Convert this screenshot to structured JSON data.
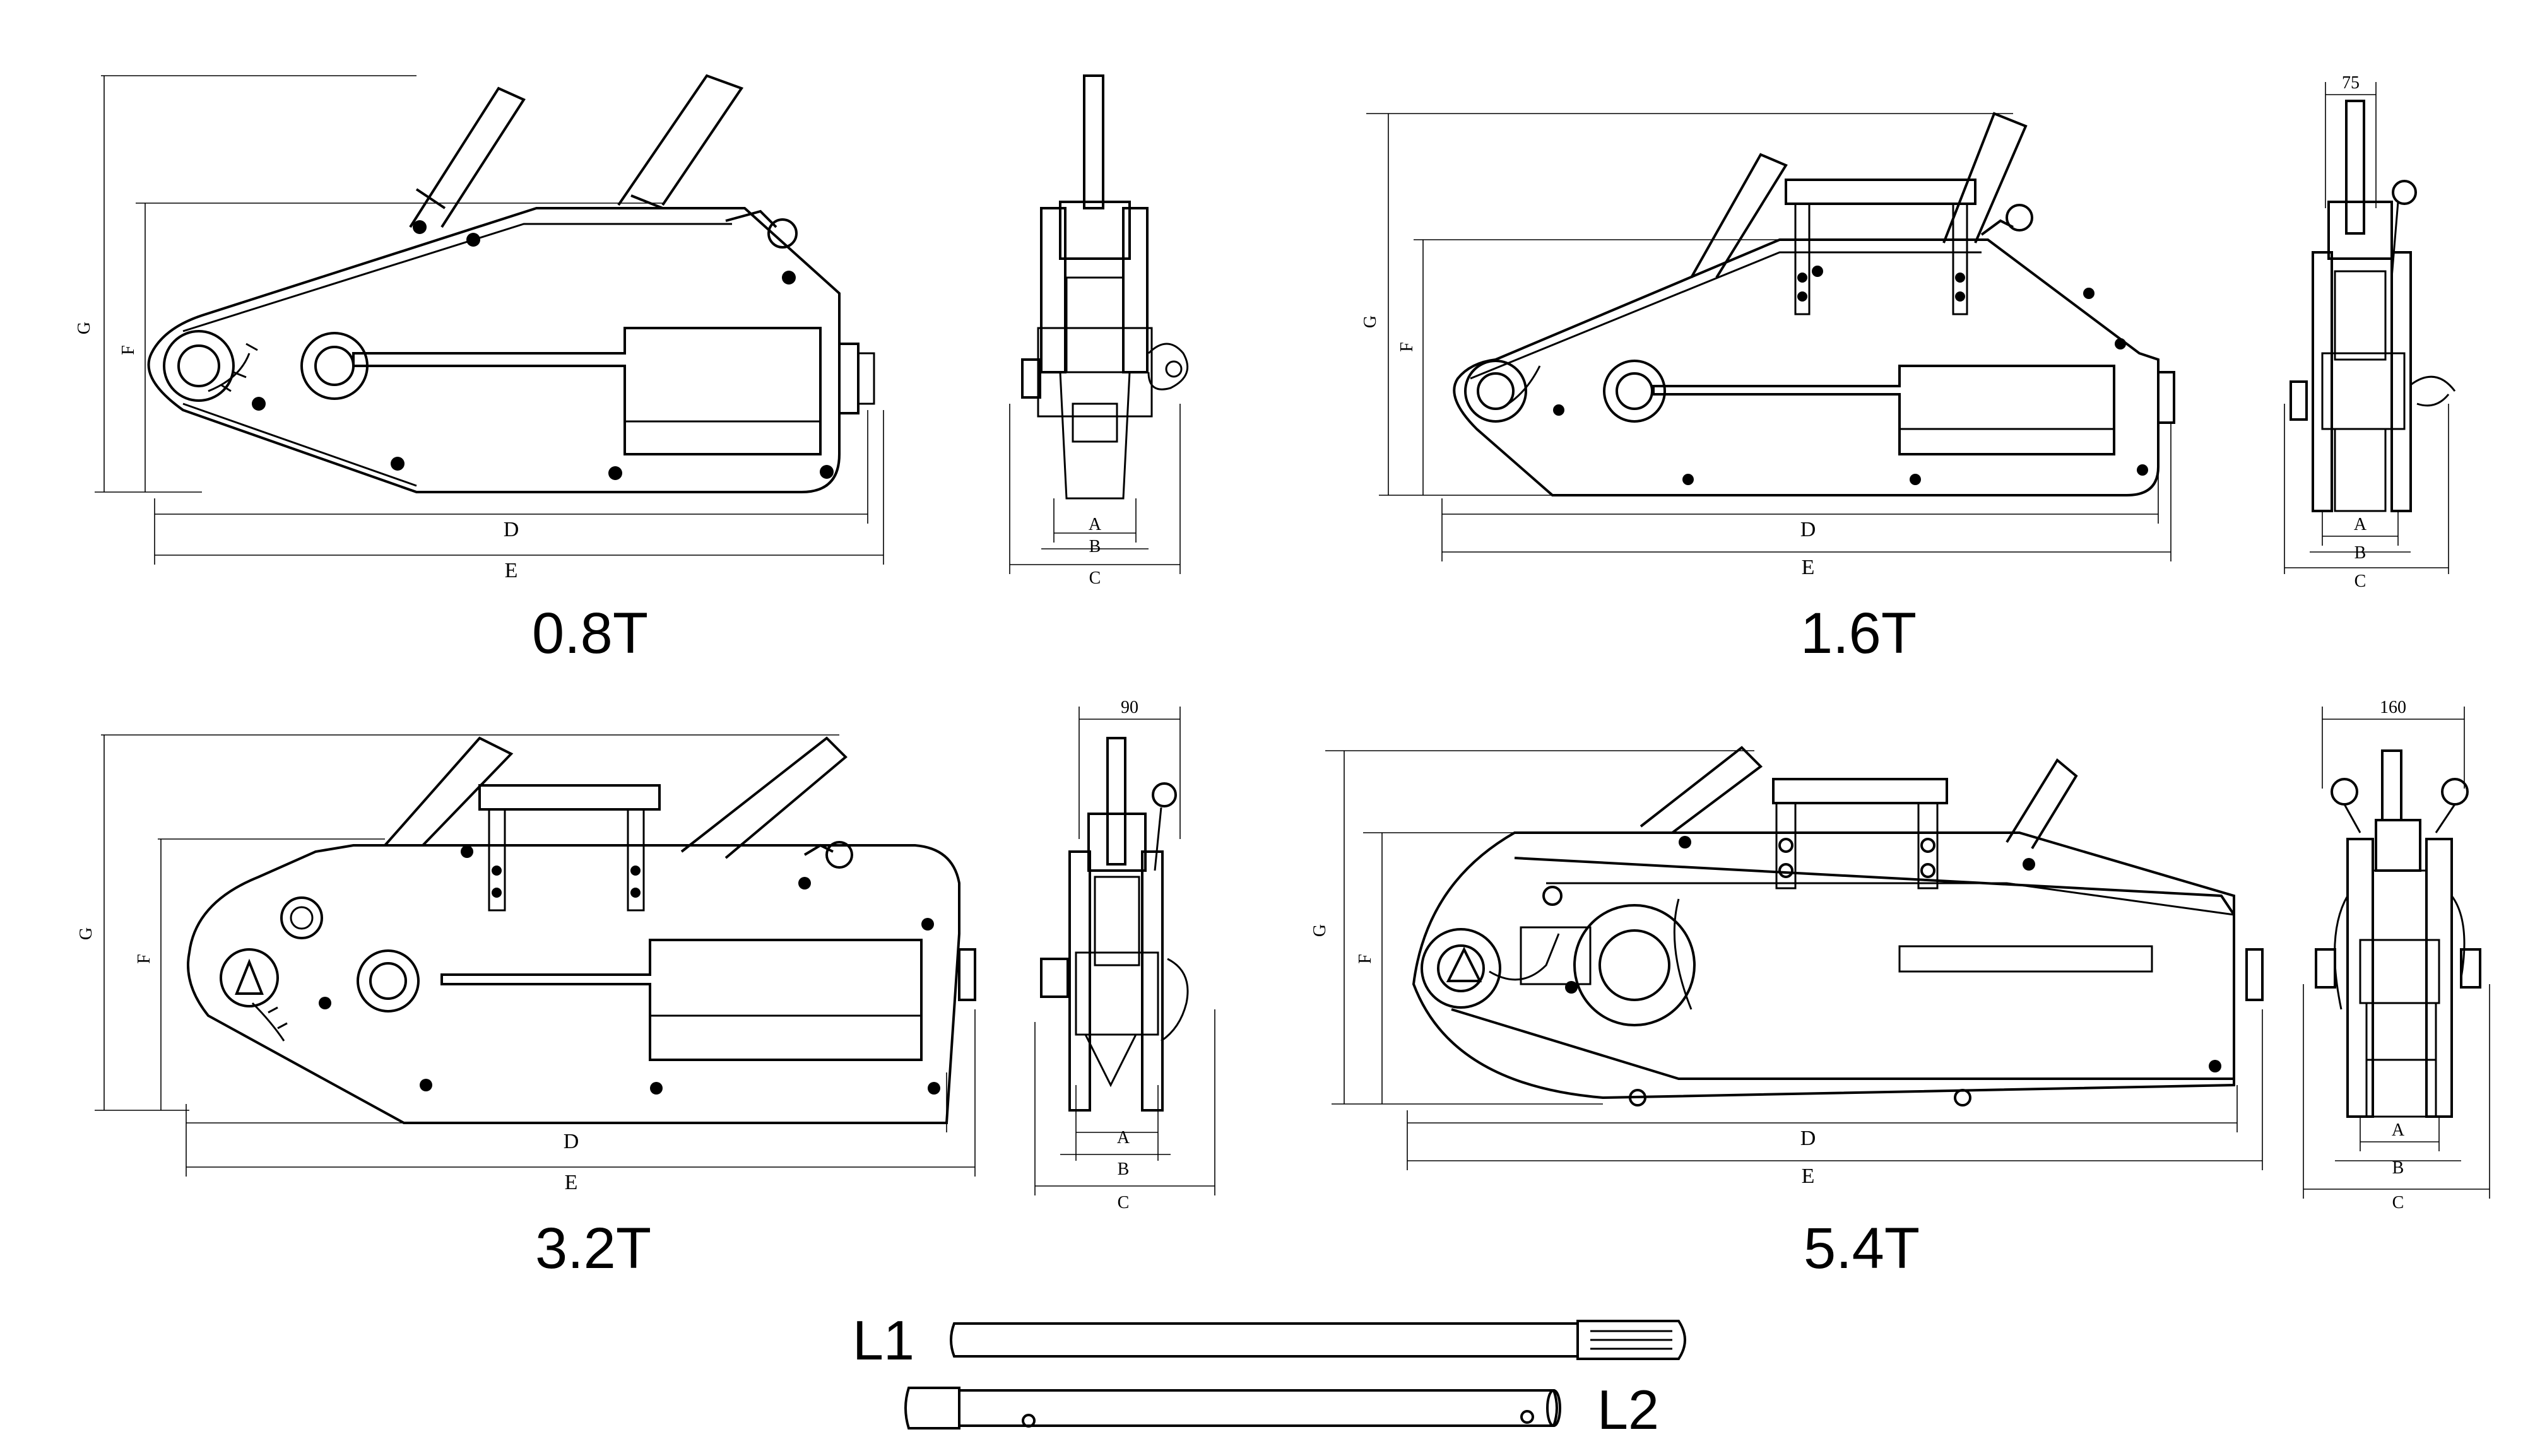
{
  "winches": [
    {
      "capacity": "0.8T",
      "dims": {
        "a": "A",
        "b": "B",
        "c": "C",
        "d": "D",
        "e": "E",
        "f": "F",
        "g": "G"
      },
      "width_label": ""
    },
    {
      "capacity": "1.6T",
      "dims": {
        "a": "A",
        "b": "B",
        "c": "C",
        "d": "D",
        "e": "E",
        "f": "F",
        "g": "G"
      },
      "width_label": "75"
    },
    {
      "capacity": "3.2T",
      "dims": {
        "a": "A",
        "b": "B",
        "c": "C",
        "d": "D",
        "e": "E",
        "f": "F",
        "g": "G"
      },
      "width_label": "90"
    },
    {
      "capacity": "5.4T",
      "dims": {
        "a": "A",
        "b": "B",
        "c": "C",
        "d": "D",
        "e": "E",
        "f": "F",
        "g": "G"
      },
      "width_label": "160"
    }
  ],
  "handles": {
    "l1": "L1",
    "l2": "L2"
  },
  "colors": {
    "line": "#000000",
    "background": "#ffffff"
  }
}
